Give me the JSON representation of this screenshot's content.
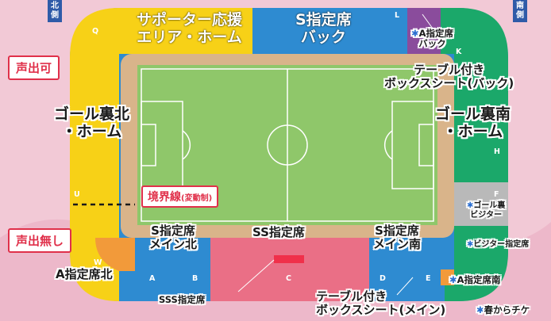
{
  "directions": {
    "north": "北\n側",
    "south": "南\n側"
  },
  "voice": {
    "allowed": "声出可",
    "not_allowed": "声出無し"
  },
  "boundary": {
    "label": "境界線",
    "note": "(変動制)"
  },
  "zones": {
    "supporter_home": "サポーター応援\nエリア・ホーム",
    "s_back": "S指定席\nバック",
    "a_back": "A指定席\nバック",
    "table_back": "テーブル付き\nボックスシート(バック)",
    "goal_north": "ゴール裏北\n・ホーム",
    "goal_south": "ゴール裏南\n・ホーム",
    "goal_visitor": "ゴール裏\nビジター",
    "visitor_reserved": "ビジター指定席",
    "s_main_north": "S指定席\nメイン北",
    "ss": "SS指定席",
    "s_main_south": "S指定席\nメイン南",
    "a_north": "A指定席北",
    "a_south": "A指定席南",
    "sss": "SSS指定席",
    "table_main": "テーブル付き\nボックスシート(メイン)",
    "spring_note": "春からチケ"
  },
  "star_mark": "✱",
  "sections": {
    "north_stand": [
      "Q",
      "U",
      "W"
    ],
    "back_stand": [
      "L",
      "K"
    ],
    "south_stand": [
      "H",
      "F"
    ],
    "main_stand": [
      "A",
      "B",
      "C",
      "D",
      "E"
    ]
  },
  "colors": {
    "background": "#f2c9d6",
    "home_yellow": "#f7d117",
    "s_blue": "#2e8bd1",
    "a_purple": "#8a4c9c",
    "table_green": "#1ba86a",
    "visitor_gray": "#b9b9b9",
    "ss_pink": "#ea6f86",
    "orange": "#f29a3a",
    "pitch": "#8fc76a",
    "track": "#d9b48a",
    "red": "#e0304a"
  }
}
